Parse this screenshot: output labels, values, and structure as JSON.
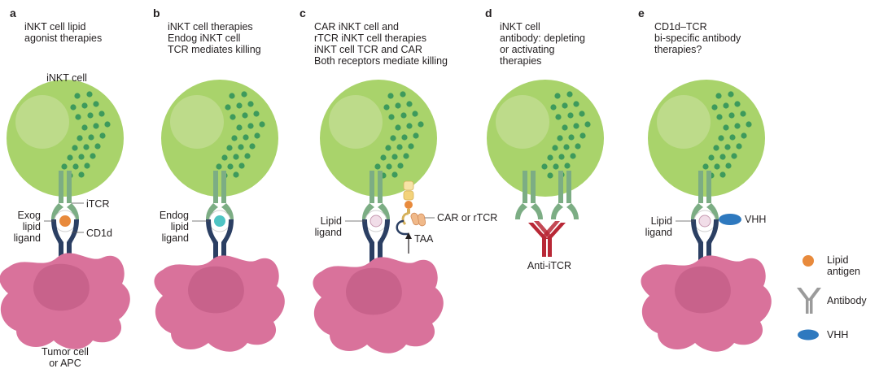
{
  "panels": [
    {
      "letter": "a",
      "title": "iNKT cell lipid\nagonist therapies"
    },
    {
      "letter": "b",
      "title": "iNKT cell therapies\nEndog iNKT cell\nTCR mediates killing"
    },
    {
      "letter": "c",
      "title": "CAR iNKT cell and\nrTCR iNKT cell therapies\niNKT cell TCR and CAR\nBoth receptors mediate killing"
    },
    {
      "letter": "d",
      "title": "iNKT cell\nantibody: depleting\nor activating\ntherapies"
    },
    {
      "letter": "e",
      "title": "CD1d–TCR\nbi-specific antibody\ntherapies?"
    }
  ],
  "labels": {
    "inkt_cell": "iNKT cell",
    "itcr": "iTCR",
    "exog_lipid_ligand": "Exog\nlipid\nligand",
    "cd1d": "CD1d",
    "tumor_cell": "Tumor cell\nor APC",
    "endog_lipid_ligand": "Endog\nlipid\nligand",
    "lipid_ligand_c": "Lipid\nligand",
    "car_or_rtcr": "CAR or rTCR",
    "taa": "TAA",
    "anti_itcr": "Anti-iTCR",
    "lipid_ligand_e": "Lipid\nligand",
    "vhh": "VHH"
  },
  "legend": [
    {
      "icon": "lipid-antigen-icon",
      "label": "Lipid\nantigen"
    },
    {
      "icon": "antibody-icon",
      "label": "Antibody"
    },
    {
      "icon": "vhh-icon",
      "label": "VHH"
    }
  ],
  "colors": {
    "cell_green": "#a9d36b",
    "granule_green": "#3d9a5c",
    "tcr_green": "#7cad84",
    "cd1d_navy": "#2b3f63",
    "tumor_pink": "#d9729b",
    "antibody_red": "#b82836",
    "vhh_blue": "#2e79bf",
    "lipid_orange": "#e88a3c",
    "endog_teal": "#4fc4c4",
    "car_yellow": "#f3d27a"
  }
}
